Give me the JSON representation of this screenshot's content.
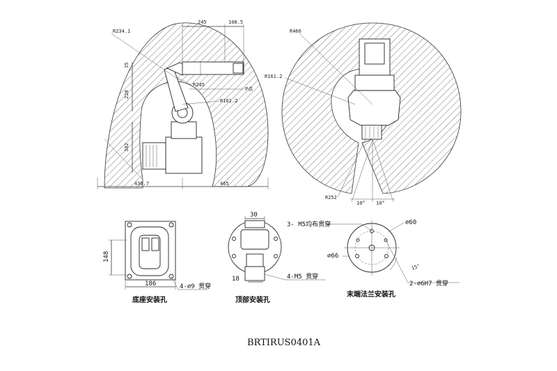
{
  "side_view": {
    "dims": {
      "r234": "R234.1",
      "r245": "R245",
      "r161_side": "R161.2",
      "w245": "245",
      "w108": "108.5",
      "h35": "35",
      "h220": "220",
      "h302": "302",
      "w436": "436.7",
      "w465": "465",
      "label_p": "P点"
    }
  },
  "top_view": {
    "dims": {
      "r466": "R466",
      "r161": "R161.2",
      "r252": "R252",
      "ang_left": "10°",
      "ang_right": "10°"
    }
  },
  "base": {
    "dim_height": "148",
    "dim_width": "186",
    "hole_note": "4-∅9 贯穿",
    "caption": "底座安装孔"
  },
  "top_mount": {
    "dim_top": "30",
    "dim_side": "18",
    "hole_note": "4-M5 贯穿",
    "caption": "顶部安装孔"
  },
  "flange": {
    "note_top": "3- M5均布贯穿",
    "dia_outer": "∅60",
    "dia_inner": "∅66",
    "pin_note": "2-∅6H7 贯穿",
    "angle": "15°",
    "caption": "末端法兰安装孔"
  },
  "model": "BRTIRUS0401A"
}
